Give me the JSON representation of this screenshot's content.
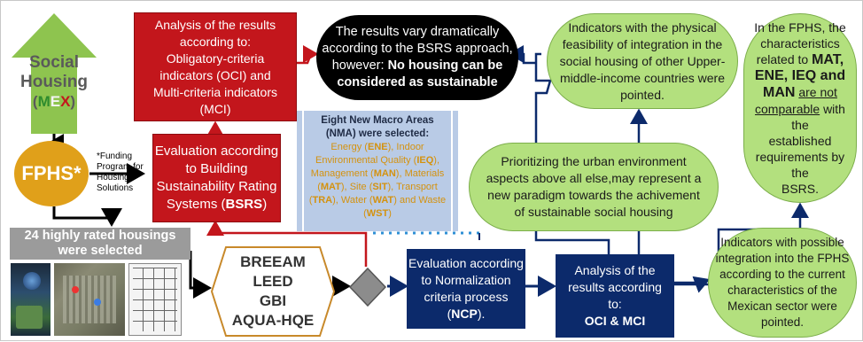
{
  "social_housing": {
    "line1": "Social",
    "line2": "Housing",
    "country_open": "(",
    "country_m": "M",
    "country_e": "E",
    "country_x": "X",
    "country_close": ")"
  },
  "fphs": {
    "label": "FPHS*",
    "note": "*Funding Program for Housing Solutions"
  },
  "analysis_box": {
    "lines": [
      "Analysis of the results",
      "according to:",
      "Obligatory-criteria",
      "indicators (OCI) and",
      "Multi-criteria indicators",
      "(MCI)"
    ]
  },
  "evaluation_bsrs": {
    "line1": "Evaluation according",
    "line2": "to Building",
    "line3": "Sustainability Rating",
    "line4_prefix": "Systems (",
    "line4_bold": "BSRS",
    "line4_suffix": ")"
  },
  "results_vary": {
    "line1": "The results vary dramatically",
    "line2": "according to the BSRS approach,",
    "line3_prefix": "however: ",
    "line3_bold": "No housing can be",
    "line4_bold": "considered as sustainable"
  },
  "nma": {
    "title1": "Eight New Macro Areas",
    "title2": "(NMA) were selected:",
    "areas": [
      {
        "name": "Energy",
        "abbr": "ENE"
      },
      {
        "name": "Indoor Environmental Quality",
        "abbr": "IEQ"
      },
      {
        "name": "Management",
        "abbr": "MAN"
      },
      {
        "name": "Materials",
        "abbr": "MAT"
      },
      {
        "name": "Site",
        "abbr": "SIT"
      },
      {
        "name": "Transport",
        "abbr": "TRA"
      },
      {
        "name": "Water",
        "abbr": "WAT"
      },
      {
        "name": "Waste",
        "abbr": "WST"
      }
    ]
  },
  "green_top": {
    "lines": [
      "Indicators with the physical",
      "feasibility of integration in the",
      "social housing of other Upper-",
      "middle-income countries were",
      "pointed."
    ]
  },
  "green_right": {
    "l1": "In the FPHS, the",
    "l2": "characteristics",
    "l3_prefix": "related to ",
    "l3_bold": "MAT,",
    "l4_bold": "ENE, IEQ and",
    "l5_bold": "MAN",
    "l5_underline": "are not",
    "l6_underline": "comparable",
    "l6_suffix": "with the",
    "l7": "established",
    "l8": "requirements by the",
    "l9": "BSRS."
  },
  "green_middle": {
    "lines": [
      "Prioritizing the urban environment",
      "aspects above all else,may represent a",
      "new paradigm towards the achivement",
      "of sustainable social housing"
    ]
  },
  "green_bottom": {
    "lines": [
      "Indicators with possible",
      "integration into the FPHS",
      "according to the current",
      "characteristics of the",
      "Mexican sector were",
      "pointed."
    ]
  },
  "housings": {
    "line1": "24 highly rated housings",
    "line2": "were selected"
  },
  "tools": {
    "items": [
      "BREEAM",
      "LEED",
      "GBI",
      "AQUA-HQE"
    ]
  },
  "ncp": {
    "line1": "Evaluation according",
    "line2": "to Normalization",
    "line3": "criteria process",
    "line4_prefix": "(",
    "line4_bold": "NCP",
    "line4_suffix": ")."
  },
  "oci_mci": {
    "line1": "Analysis of the",
    "line2": "results according",
    "line3": "to:",
    "line4_bold": "OCI & MCI"
  },
  "colors": {
    "red": "#c3161c",
    "navy": "#0c2a6b",
    "green": "#b3e07e",
    "orange": "#d4920f",
    "grey": "#9b9b9b",
    "black": "#000000",
    "nma_bg": "#b9cbe6"
  }
}
